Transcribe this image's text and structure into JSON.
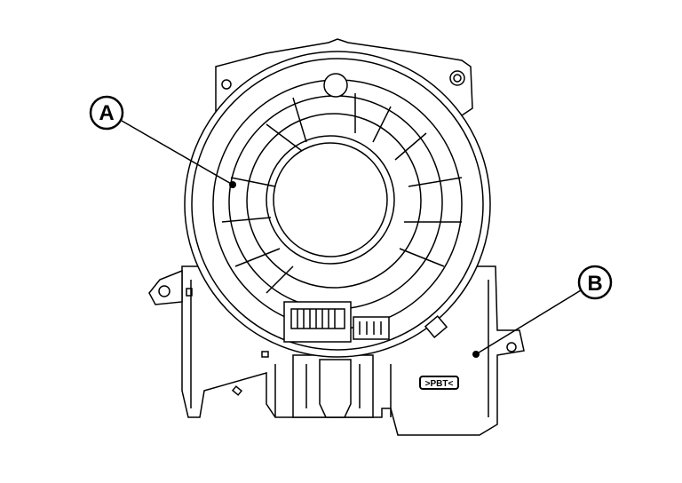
{
  "diagram": {
    "callouts": [
      {
        "label": "A"
      },
      {
        "label": "B"
      }
    ],
    "part_marking": ">PBT<"
  }
}
